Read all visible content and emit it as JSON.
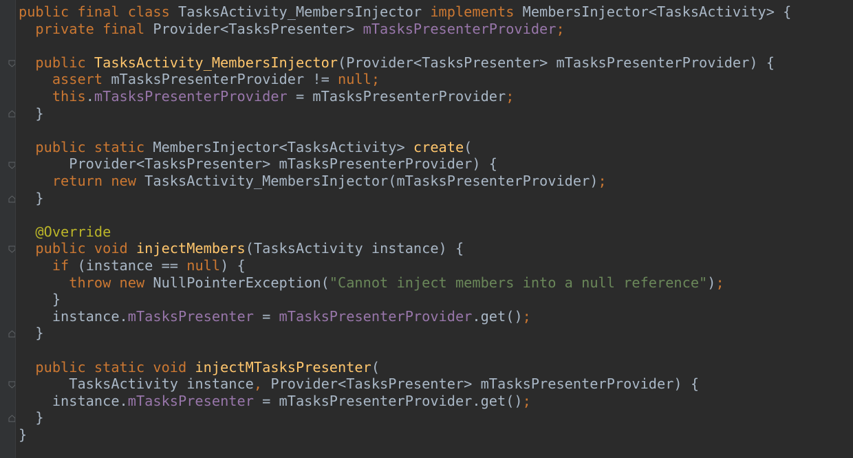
{
  "colors": {
    "background": "#2b2b2b",
    "gutter": "#313335",
    "keyword": "#cc7832",
    "identifier": "#a9b7c6",
    "field": "#9876aa",
    "method": "#ffc66d",
    "string": "#6a8759",
    "annotation": "#bbb529"
  },
  "lines": [
    [
      [
        "keyword",
        "public final class "
      ],
      [
        "type",
        "TasksActivity_MembersInjector "
      ],
      [
        "keyword",
        "implements "
      ],
      [
        "type",
        "MembersInjector<TasksActivity> {"
      ]
    ],
    [
      [
        "keyword",
        "  private final "
      ],
      [
        "type",
        "Provider<TasksPresenter> "
      ],
      [
        "field",
        "mTasksPresenterProvider"
      ],
      [
        "semi",
        ";"
      ]
    ],
    [],
    [
      [
        "keyword",
        "  public "
      ],
      [
        "method",
        "TasksActivity_MembersInjector"
      ],
      [
        "plain",
        "(Provider<TasksPresenter> mTasksPresenterProvider) {"
      ]
    ],
    [
      [
        "keyword",
        "    assert "
      ],
      [
        "plain",
        "mTasksPresenterProvider != "
      ],
      [
        "keyword",
        "null"
      ],
      [
        "semi",
        ";"
      ]
    ],
    [
      [
        "keyword",
        "    this"
      ],
      [
        "plain",
        "."
      ],
      [
        "field",
        "mTasksPresenterProvider"
      ],
      [
        "plain",
        " = mTasksPresenterProvider"
      ],
      [
        "semi",
        ";"
      ]
    ],
    [
      [
        "plain",
        "  }"
      ]
    ],
    [],
    [
      [
        "keyword",
        "  public static "
      ],
      [
        "plain",
        "MembersInjector<TasksActivity> "
      ],
      [
        "method",
        "create"
      ],
      [
        "plain",
        "("
      ]
    ],
    [
      [
        "plain",
        "      Provider<TasksPresenter> mTasksPresenterProvider) {"
      ]
    ],
    [
      [
        "keyword",
        "    return new "
      ],
      [
        "plain",
        "TasksActivity_MembersInjector(mTasksPresenterProvider)"
      ],
      [
        "semi",
        ";"
      ]
    ],
    [
      [
        "plain",
        "  }"
      ]
    ],
    [],
    [
      [
        "annotation",
        "  @Override"
      ]
    ],
    [
      [
        "keyword",
        "  public void "
      ],
      [
        "method",
        "injectMembers"
      ],
      [
        "plain",
        "(TasksActivity instance) {"
      ]
    ],
    [
      [
        "keyword",
        "    if "
      ],
      [
        "plain",
        "(instance == "
      ],
      [
        "keyword",
        "null"
      ],
      [
        "plain",
        ") {"
      ]
    ],
    [
      [
        "keyword",
        "      throw new "
      ],
      [
        "plain",
        "NullPointerException("
      ],
      [
        "string",
        "\"Cannot inject members into a null reference\""
      ],
      [
        "plain",
        ")"
      ],
      [
        "semi",
        ";"
      ]
    ],
    [
      [
        "plain",
        "    }"
      ]
    ],
    [
      [
        "plain",
        "    instance."
      ],
      [
        "field",
        "mTasksPresenter"
      ],
      [
        "plain",
        " = "
      ],
      [
        "field",
        "mTasksPresenterProvider"
      ],
      [
        "plain",
        ".get()"
      ],
      [
        "semi",
        ";"
      ]
    ],
    [
      [
        "plain",
        "  }"
      ]
    ],
    [],
    [
      [
        "keyword",
        "  public static void "
      ],
      [
        "method",
        "injectMTasksPresenter"
      ],
      [
        "plain",
        "("
      ]
    ],
    [
      [
        "plain",
        "      TasksActivity instance"
      ],
      [
        "semi",
        ", "
      ],
      [
        "plain",
        "Provider<TasksPresenter> mTasksPresenterProvider) {"
      ]
    ],
    [
      [
        "plain",
        "    instance."
      ],
      [
        "field",
        "mTasksPresenter"
      ],
      [
        "plain",
        " = mTasksPresenterProvider.get()"
      ],
      [
        "semi",
        ";"
      ]
    ],
    [
      [
        "plain",
        "  }"
      ]
    ],
    [
      [
        "plain",
        "}"
      ]
    ]
  ]
}
